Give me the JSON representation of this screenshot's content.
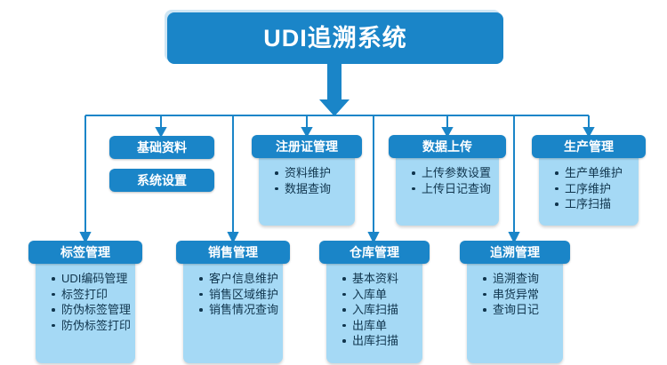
{
  "diagram": {
    "type": "org-chart",
    "title": "UDI追溯系统",
    "colors": {
      "header_blue": "#1A85C8",
      "body_light_blue": "#A5D9F5",
      "connector_blue": "#1A85C8",
      "text_dark": "#10354D",
      "text_light": "#FFFFFF",
      "background": "#FFFFFF"
    },
    "row2": {
      "plain_boxes": [
        {
          "label": "基础资料"
        },
        {
          "label": "系统设置"
        }
      ],
      "cards": [
        {
          "title": "注册证管理",
          "items": [
            "资料维护",
            "数据查询"
          ]
        },
        {
          "title": "数据上传",
          "items": [
            "上传参数设置",
            "上传日记查询"
          ]
        },
        {
          "title": "生产管理",
          "items": [
            "生产单维护",
            "工序维护",
            "工序扫描"
          ]
        }
      ]
    },
    "row3": {
      "cards": [
        {
          "title": "标签管理",
          "items": [
            "UDI编码管理",
            "标签打印",
            "防伪标签管理",
            "防伪标签打印"
          ]
        },
        {
          "title": "销售管理",
          "items": [
            "客户信息维护",
            "销售区域维护",
            "销售情况查询"
          ]
        },
        {
          "title": "仓库管理",
          "items": [
            "基本资料",
            "入库单",
            "入库扫描",
            "出库单",
            "出库扫描"
          ]
        },
        {
          "title": "追溯管理",
          "items": [
            "追溯查询",
            "串货异常",
            "查询日记"
          ]
        }
      ]
    }
  }
}
